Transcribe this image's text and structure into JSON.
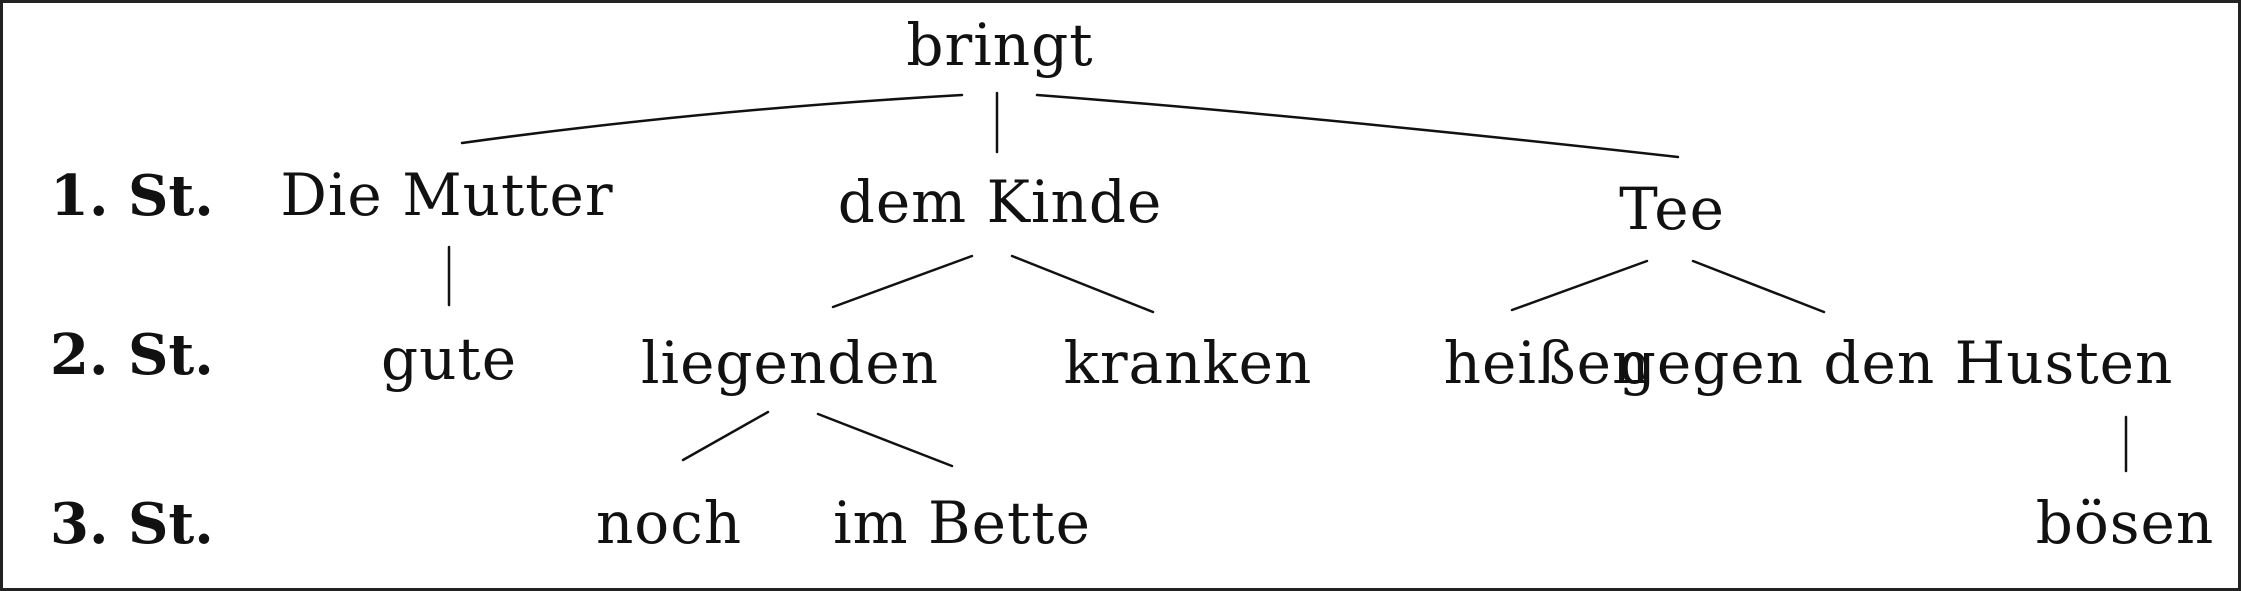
{
  "levels": {
    "l1": "1. St.",
    "l2": "2. St.",
    "l3": "3. St."
  },
  "words": {
    "root": "bringt",
    "die_mutter": "Die Mutter",
    "dem_kinde": "dem Kinde",
    "tee": "Tee",
    "gute": "gute",
    "liegenden": "liegenden",
    "kranken": "kranken",
    "heissen": "heißen",
    "gegen_den_husten": "gegen den Husten",
    "noch": "noch",
    "im_bette": "im Bette",
    "boesen": "bösen"
  }
}
